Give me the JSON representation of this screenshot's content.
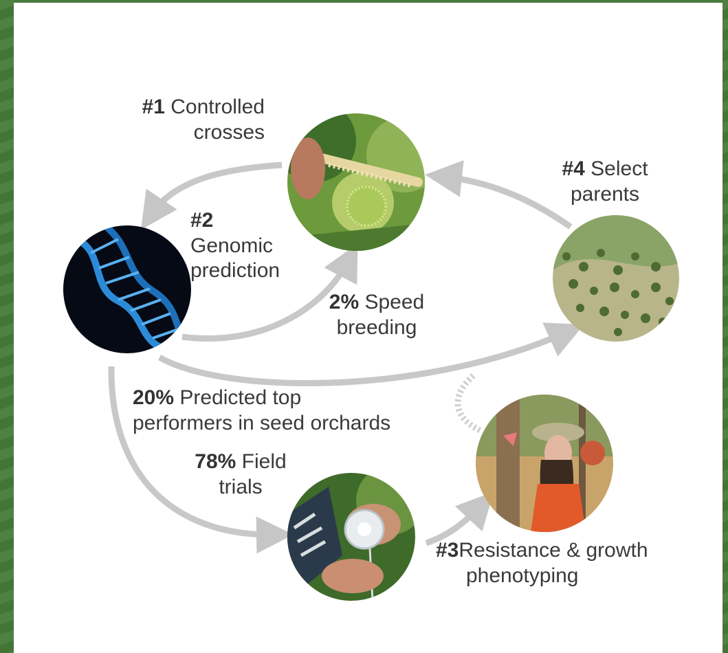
{
  "steps": {
    "step1": {
      "num": "#1",
      "line1": "Controlled",
      "line2": "crosses"
    },
    "step2": {
      "num": "#2",
      "line1": "Genomic",
      "line2": "prediction"
    },
    "step3": {
      "num": "#3",
      "line1": "Resistance & growth",
      "line2": "phenotyping"
    },
    "step4": {
      "num": "#4",
      "line1": "Select",
      "line2": "parents"
    }
  },
  "paths": {
    "speed": {
      "pct": "2%",
      "line1": "Speed",
      "line2": "breeding"
    },
    "orchards": {
      "pct": "20%",
      "line1": "Predicted top",
      "line2": "performers in seed orchards"
    },
    "field": {
      "pct": "78%",
      "line1": "Field",
      "line2": "trials"
    }
  },
  "images": {
    "crosses": "chestnut-flower-photo",
    "dna": "dna-helix-image",
    "parents": "aerial-orchard-photo",
    "field": "petri-dish-inoculation-photo",
    "phenotyping": "researcher-measuring-tree-photo"
  },
  "colors": {
    "frame": "#4a7a3e",
    "arrow": "#c8c8c8",
    "text": "#3a3a3a"
  }
}
